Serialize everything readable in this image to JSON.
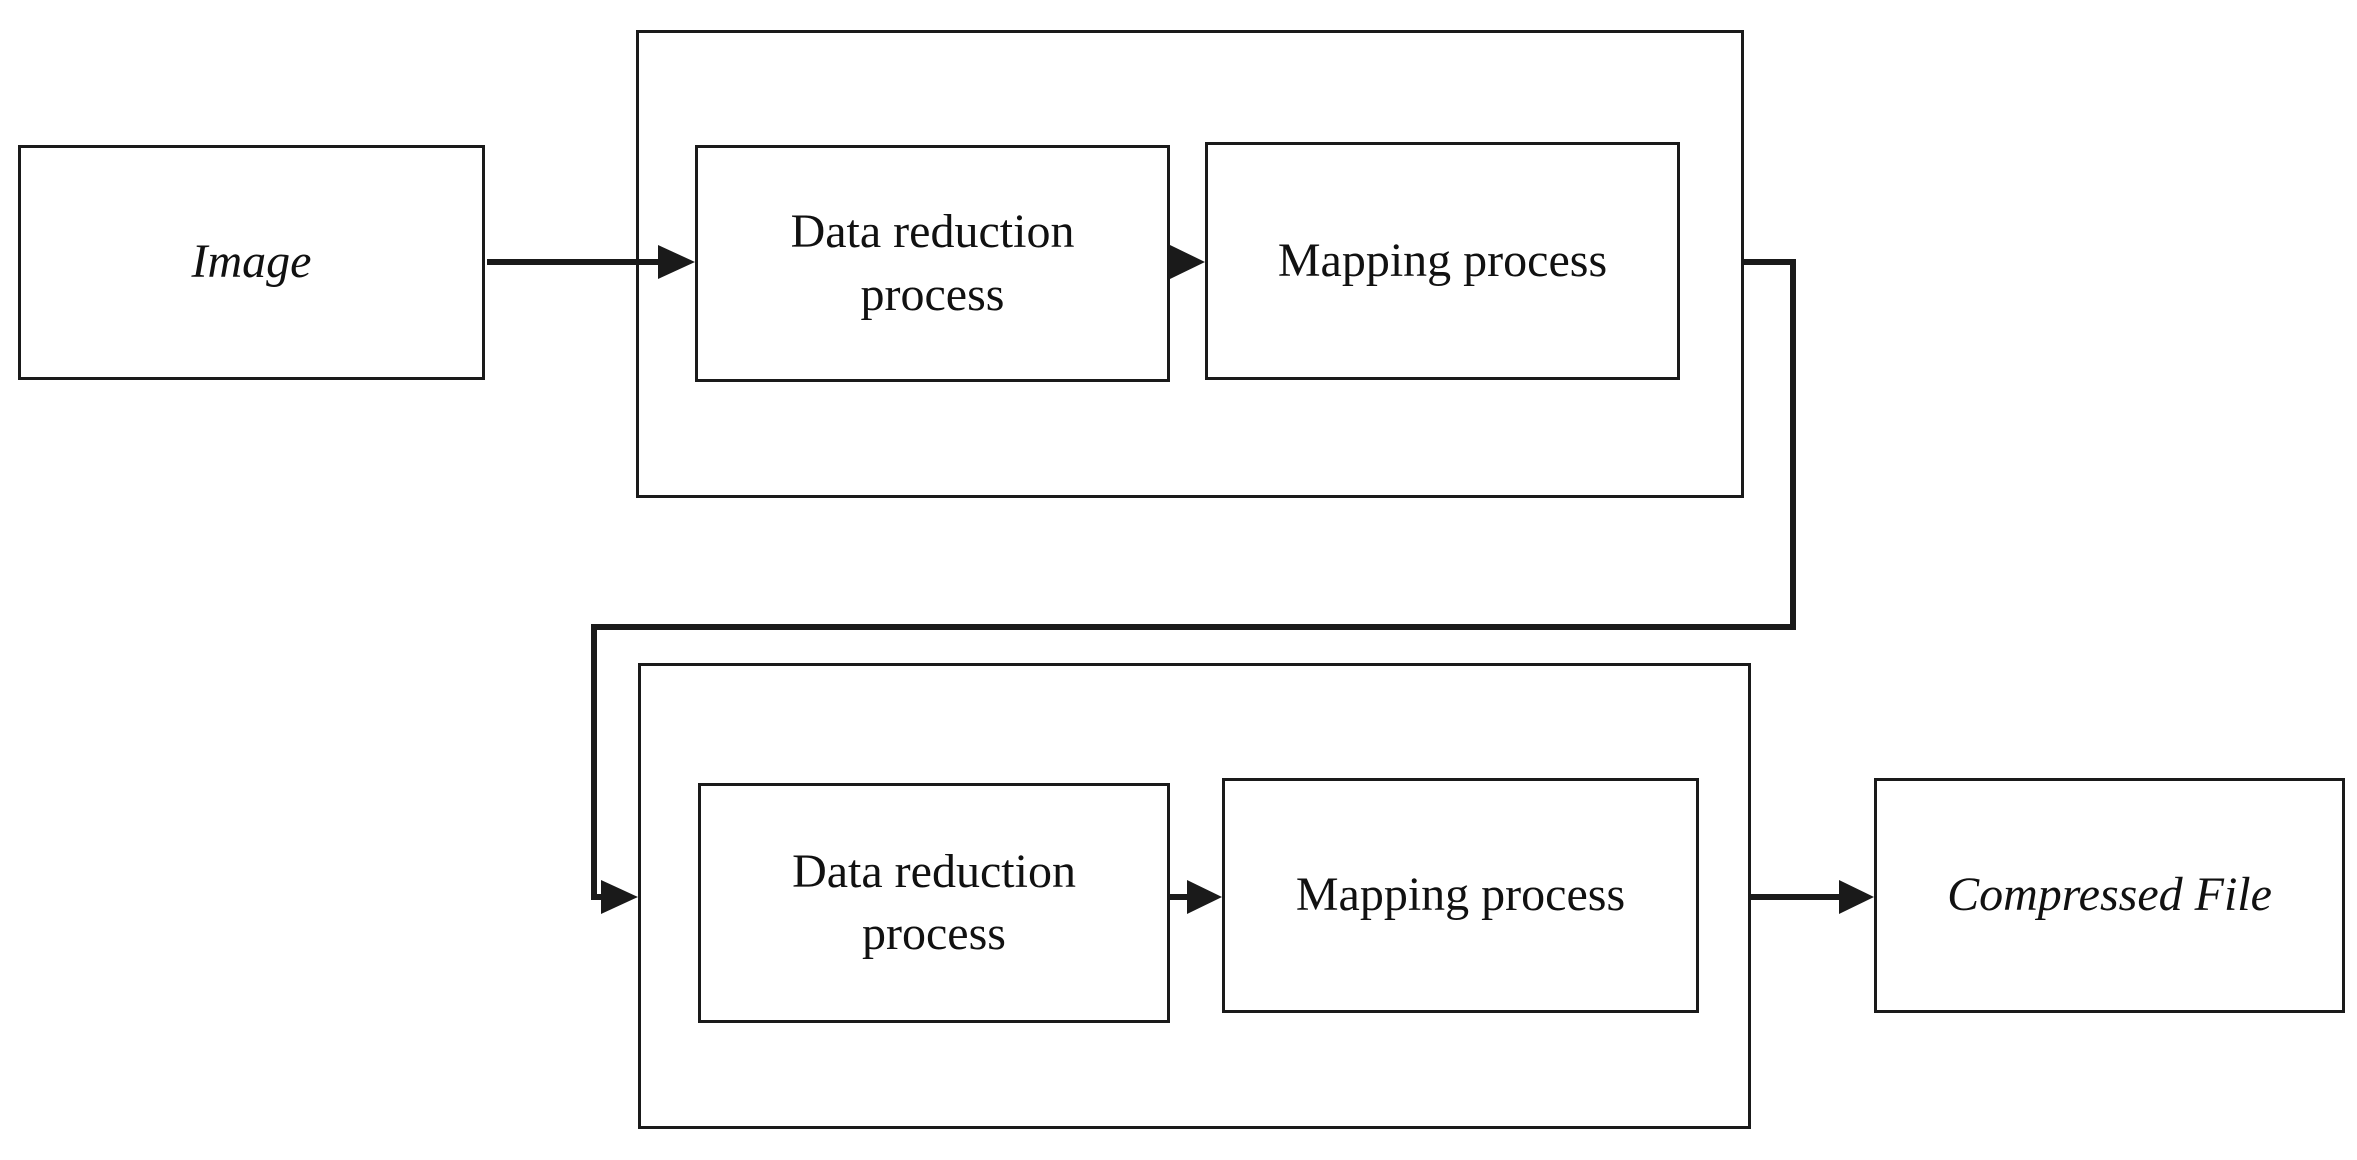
{
  "diagram": {
    "type": "flow-diagram",
    "colors": {
      "background": "#ffffff",
      "line": "#1a1a1a",
      "text": "#111111"
    },
    "nodes": {
      "image": {
        "label": "Image",
        "style": "italic"
      },
      "data_reduction_top": {
        "label": "Data reduction\nprocess",
        "style": "normal"
      },
      "mapping_top": {
        "label": "Mapping process",
        "style": "normal"
      },
      "data_reduction_bottom": {
        "label": "Data reduction\nprocess",
        "style": "normal"
      },
      "mapping_bottom": {
        "label": "Mapping process",
        "style": "normal"
      },
      "compressed_file": {
        "label": "Compressed File",
        "style": "italic"
      }
    },
    "connections": [
      {
        "from": "image",
        "to": "data_reduction_top"
      },
      {
        "from": "data_reduction_top",
        "to": "mapping_top"
      },
      {
        "from": "group_top",
        "to": "group_bottom"
      },
      {
        "from": "data_reduction_bottom",
        "to": "mapping_bottom"
      },
      {
        "from": "group_bottom",
        "to": "compressed_file"
      }
    ]
  }
}
